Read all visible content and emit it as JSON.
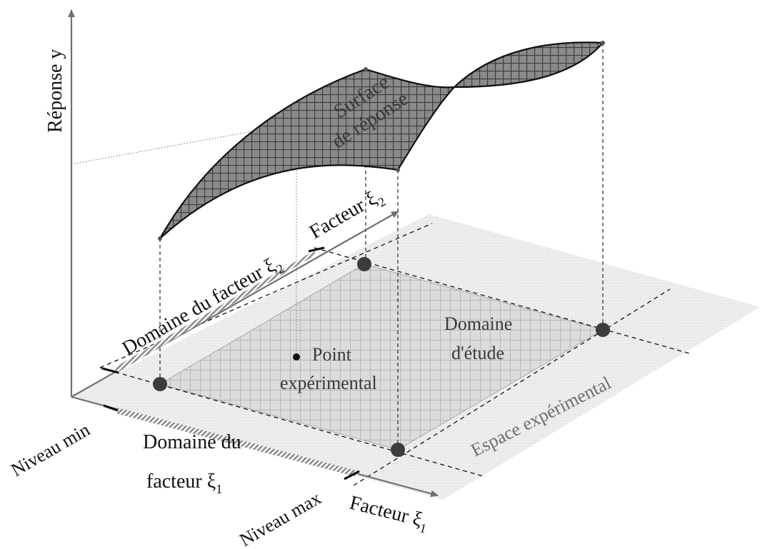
{
  "axes": {
    "y_label": "Réponse  y",
    "x1_label": "Facteur ",
    "x1_symbol": "ξ",
    "x1_subscript": "1",
    "x2_label": "Facteur ",
    "x2_symbol": "ξ",
    "x2_subscript": "2"
  },
  "labels": {
    "surface_line1": "Surface",
    "surface_line2": "de réponse",
    "domain_x2_text": "Domaine du facteur ",
    "domain_x2_symbol": "ξ",
    "domain_x2_subscript": "2",
    "domain_x1_line1": "Domaine du",
    "domain_x1_line2": "facteur ",
    "domain_x1_symbol": "ξ",
    "domain_x1_subscript": "1",
    "study_domain_line1": "Domaine",
    "study_domain_line2": "d'étude",
    "point_line1": "Point",
    "point_line2": "expérimental",
    "experimental_space": "Espace expérimental",
    "niveau_min": "Niveau min",
    "niveau_max": "Niveau max"
  },
  "colors": {
    "surface_fill": "#8a8a8a",
    "surface_grid": "#3c3c3c",
    "study_domain_fill": "#dcdcdc",
    "experimental_space_fill": "#ededed",
    "axis_arrow": "#707070",
    "point_fill": "#3c3c3c"
  }
}
